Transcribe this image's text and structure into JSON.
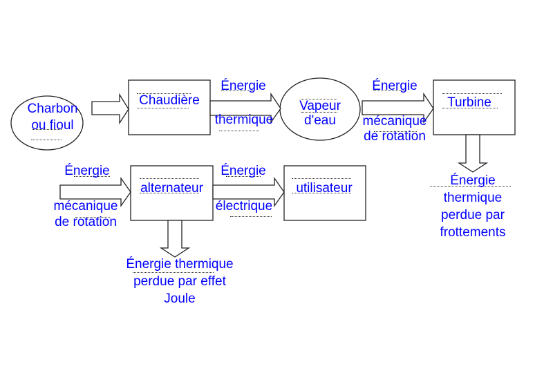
{
  "colors": {
    "text": "#0000ff",
    "stroke": "#222222",
    "background": "#ffffff"
  },
  "nodes": {
    "charbon": {
      "line1": "Charbon",
      "line2": "ou fioul"
    },
    "chaudiere": {
      "label": "Chaudière"
    },
    "vapeur": {
      "line1": "Vapeur",
      "line2": "d'eau"
    },
    "turbine": {
      "label": "Turbine"
    },
    "alternateur": {
      "label": "alternateur"
    },
    "utilisateur": {
      "label": "utilisateur"
    }
  },
  "flows": {
    "thermique": {
      "top": "Énergie",
      "bottom": "thermique"
    },
    "mecanique_top": {
      "top": "Énergie",
      "bottom1": "mécanique",
      "bottom2": "de rotation"
    },
    "mecanique_left": {
      "top": "Énergie",
      "bottom1": "mécanique",
      "bottom2": "de rotation"
    },
    "electrique": {
      "top": "Énergie",
      "bottom": "électrique"
    }
  },
  "losses": {
    "turbine": {
      "line1": "Énergie",
      "line2": "thermique",
      "line3": "perdue par",
      "line4": "frottements"
    },
    "alternateur": {
      "line1": "Énergie thermique",
      "line2": "perdue par effet",
      "line3": "Joule"
    }
  }
}
